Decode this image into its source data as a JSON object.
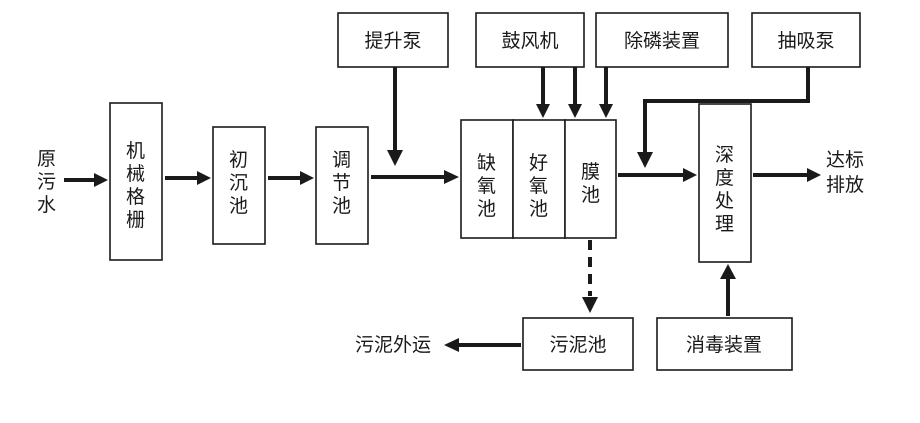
{
  "inputs": {
    "raw_sewage": [
      "原",
      "污",
      "水"
    ]
  },
  "units": {
    "screen": [
      "机",
      "械",
      "格",
      "栅"
    ],
    "primary_settling": [
      "初",
      "沉",
      "池"
    ],
    "equalization": [
      "调",
      "节",
      "池"
    ],
    "anoxic": [
      "缺",
      "氧",
      "池"
    ],
    "aerobic": [
      "好",
      "氧",
      "池"
    ],
    "membrane": [
      "膜",
      "池"
    ],
    "advanced_treatment": [
      "深",
      "度",
      "处",
      "理"
    ]
  },
  "equipment": {
    "lift_pump": "提升泵",
    "blower": "鼓风机",
    "phosphorus_removal": "除磷装置",
    "suction_pump": "抽吸泵",
    "disinfection": "消毒装置",
    "sludge_tank": "污泥池"
  },
  "outputs": {
    "discharge": [
      "达标",
      "排放"
    ],
    "sludge_out": "污泥外运"
  }
}
